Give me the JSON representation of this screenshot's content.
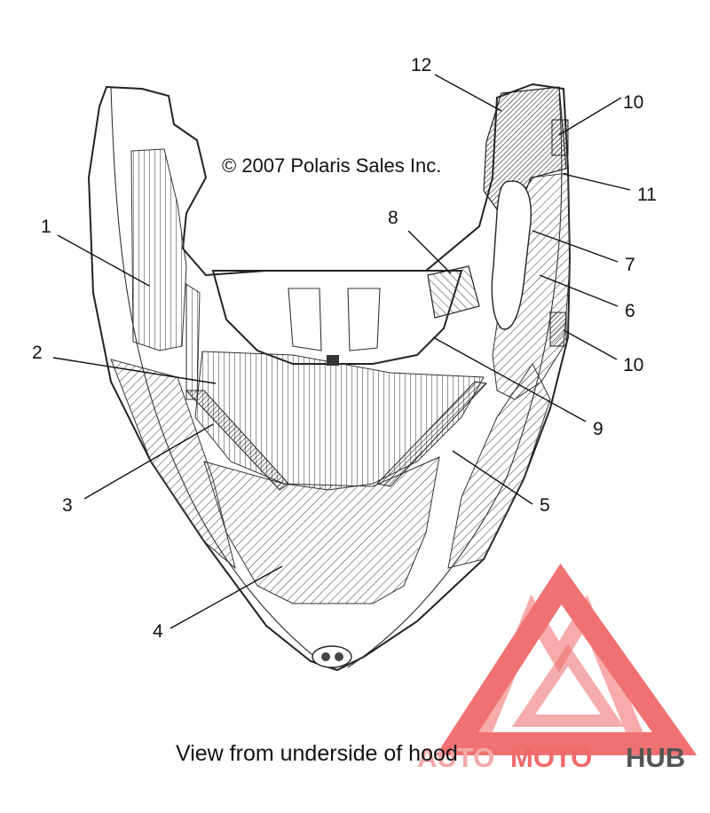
{
  "copyright": "© 2007 Polaris Sales Inc.",
  "caption": "View from underside of hood",
  "callouts": [
    "1",
    "2",
    "3",
    "4",
    "5",
    "6",
    "7",
    "8",
    "9",
    "10",
    "10",
    "11",
    "12"
  ],
  "watermark": {
    "part1": "AUTO",
    "part2": "MOTO",
    "part3": "HUB",
    "color_primary": "#f06a6a",
    "color_secondary": "#f4a8a8",
    "color_dark": "#555555"
  }
}
